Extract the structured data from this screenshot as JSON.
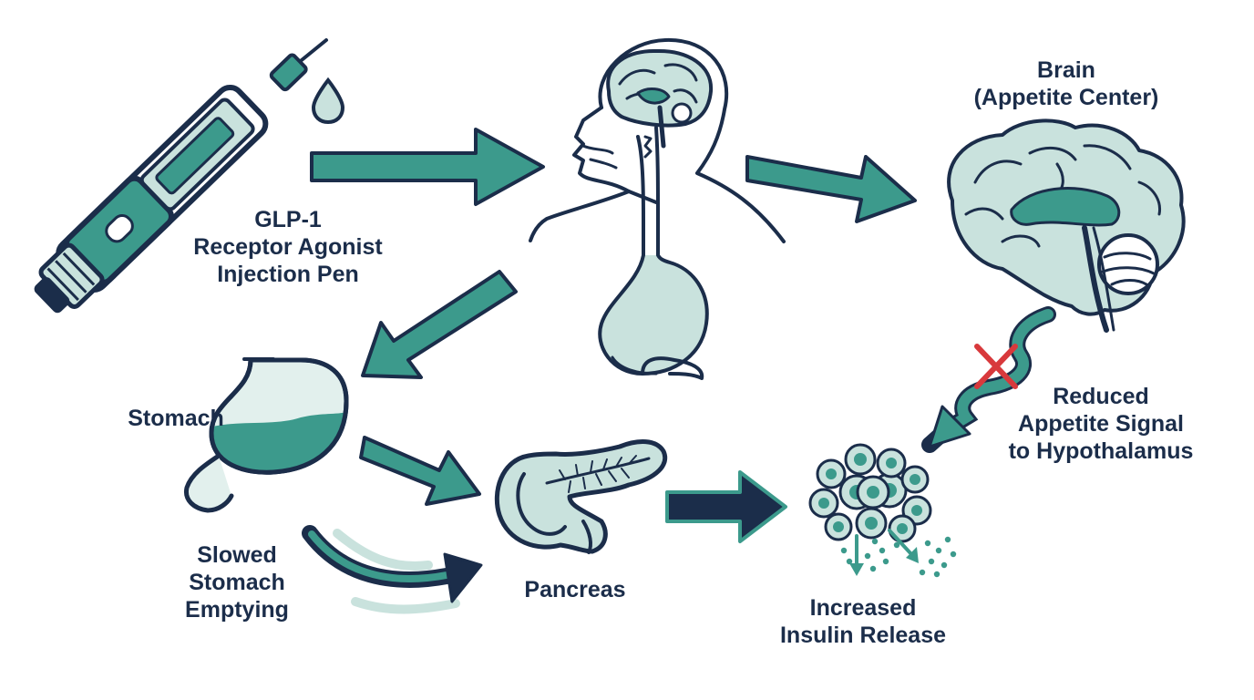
{
  "colors": {
    "navy": "#1b2d4a",
    "teal": "#3c9a8c",
    "mint": "#c9e2dd",
    "pale": "#e2f0ed",
    "red": "#d8393c",
    "white": "#ffffff"
  },
  "labels": {
    "pen": [
      "GLP-1",
      "Receptor Agonist",
      "Injection Pen"
    ],
    "brain": [
      "Brain",
      "(Appetite Center)"
    ],
    "stomach": "Stomach",
    "slowed": [
      "Slowed",
      "Stomach",
      "Emptying"
    ],
    "pancreas": "Pancreas",
    "insulin": [
      "Increased",
      "Insulin Release"
    ],
    "appetite": [
      "Reduced",
      "Appetite Signal",
      "to Hypothalamus"
    ]
  },
  "icons": [
    "injection-pen-icon",
    "head-and-gut-icon",
    "brain-icon",
    "stomach-icon",
    "pancreas-icon",
    "beta-cell-cluster-icon",
    "blocked-signal-icon",
    "flow-arrow-icon"
  ]
}
